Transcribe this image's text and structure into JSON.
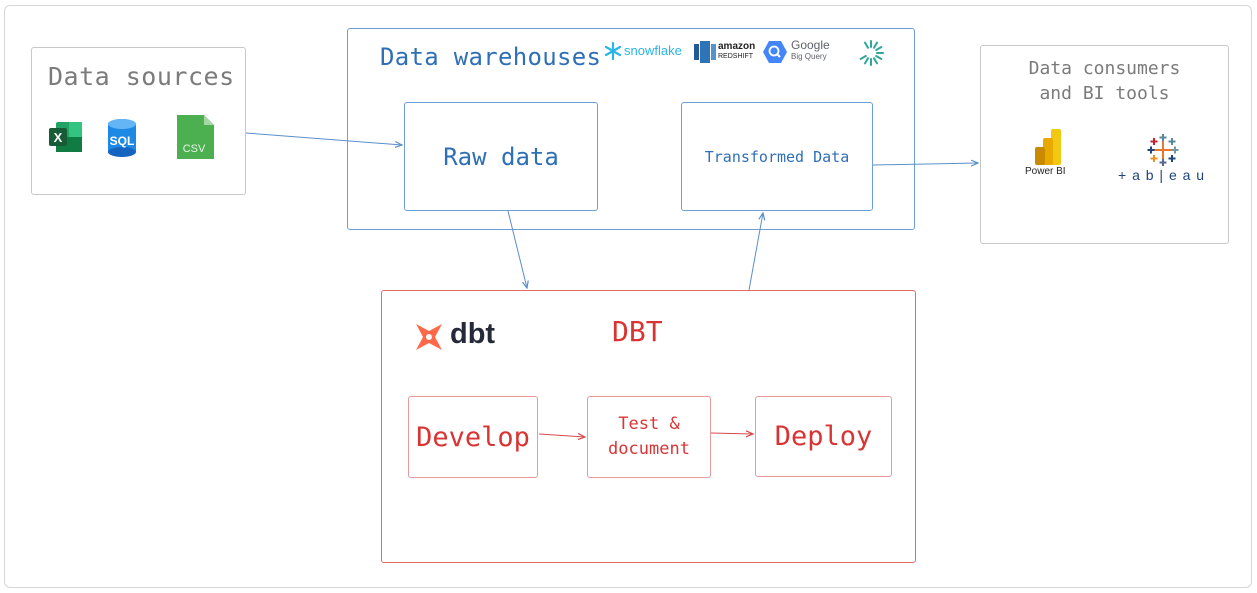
{
  "data_sources": {
    "title": "Data sources",
    "icons": [
      "excel-icon",
      "sql-database-icon",
      "csv-file-icon"
    ],
    "sql_label": "SQL",
    "csv_label": "CSV",
    "excel_label": "X"
  },
  "data_warehouses": {
    "title": "Data warehouses",
    "raw_label": "Raw data",
    "transformed_label": "Transformed Data",
    "logos": {
      "snowflake": "snowflake",
      "amazon": "amazon",
      "redshift": "REDSHIFT",
      "google": "Google",
      "bigquery": "Big Query"
    }
  },
  "data_consumers": {
    "title_line1": "Data consumers",
    "title_line2": "and BI tools",
    "powerbi_label": "Power BI",
    "tableau_label": "+ a b | e a u"
  },
  "dbt": {
    "logo_text": "dbt",
    "title": "DBT",
    "develop": "Develop",
    "test_line1": "Test &",
    "test_line2": "document",
    "deploy": "Deploy"
  },
  "colors": {
    "blue": "#2f6fb6",
    "blue_border": "#6c9fd3",
    "red": "#d93434",
    "gray": "#7b7b7b",
    "dbt_orange": "#ff694a"
  }
}
